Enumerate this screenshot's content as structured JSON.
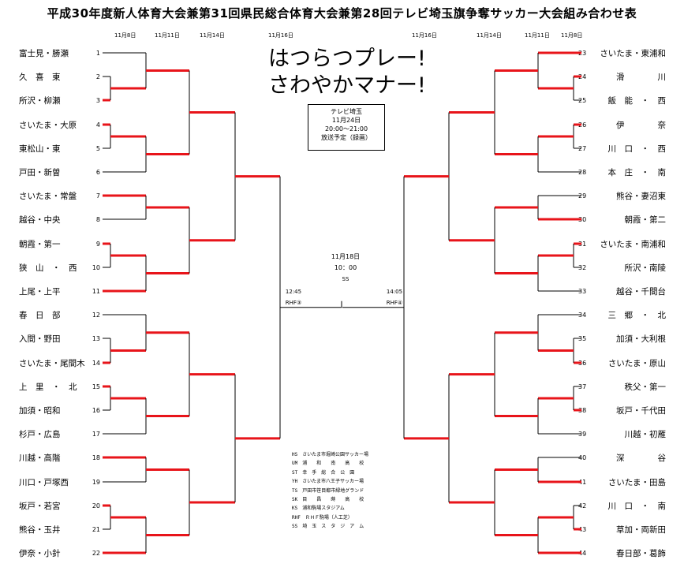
{
  "title": "平成30年度新人体育大会兼第31回県民総合体育大会兼第28回テレビ埼玉旗争奪サッカー大会組み合わせ表",
  "slogan": [
    "はつらつプレー!",
    "さわやかマナー!"
  ],
  "tv": {
    "line1": "テレビ埼玉",
    "line2": "11月24日",
    "line3": "20:00～21:00",
    "line4": "放送予定（録画）"
  },
  "round_dates_left": [
    "11月8日",
    "11月11日",
    "11月14日",
    "11月16日"
  ],
  "round_dates_right": [
    "11月16日",
    "11月14日",
    "11月11日",
    "11月8日"
  ],
  "teams_left": [
    "富士見・勝瀬",
    "久　喜　東",
    "所沢・柳瀬",
    "さいたま・大原",
    "東松山・東",
    "戸田・新曽",
    "さいたま・常盤",
    "越谷・中央",
    "朝霞・第一",
    "狭　山　・　西",
    "上尾・上平",
    "春　日　部",
    "入間・野田",
    "さいたま・尾間木",
    "上　里　・　北",
    "加須・昭和",
    "杉戸・広島",
    "川越・高階",
    "川口・戸塚西",
    "坂戸・若宮",
    "熊谷・玉井",
    "伊奈・小針"
  ],
  "teams_right": [
    "さいたま・東浦和",
    "滑　　　　川",
    "飯　能　・　西",
    "伊　　　　奈",
    "川　口　・　西",
    "本　庄　・　南",
    "熊谷・妻沼東",
    "朝霞・第二",
    "さいたま・南浦和",
    "所沢・南陵",
    "越谷・千間台",
    "三　郷　・　北",
    "加須・大利根",
    "さいたま・原山",
    "秩父・第一",
    "坂戸・千代田",
    "川越・初雁",
    "深　　　　谷",
    "さいたま・田島",
    "川　口　・　南",
    "草加・両新田",
    "春日部・葛飾"
  ],
  "final": {
    "date": "11月18日",
    "time": "10：00",
    "venue": "SS"
  },
  "semi_left": {
    "time": "12:45",
    "venue": "RHF③"
  },
  "semi_right": {
    "time": "14:05",
    "venue": "RHF④"
  },
  "legend": [
    "HS　さいたま市堀崎公園サッカー場",
    "UM　浦　　和　　南　　高　　校",
    "ST　幸　手　総　合　公　園",
    "YH　さいたま市八王子サッカー場",
    "TS　戸田市笹目都市緑地グランド",
    "SK　目　　昌　　蒔　　高　　校",
    "KS　浦和駒場スタジアム",
    "RHF　ＲＨＦ駒場（人工芝）",
    "SS　埼　玉　ス　タ　ジ　ア　ム"
  ],
  "colors": {
    "winner": "#e8141a",
    "line": "#000000"
  }
}
